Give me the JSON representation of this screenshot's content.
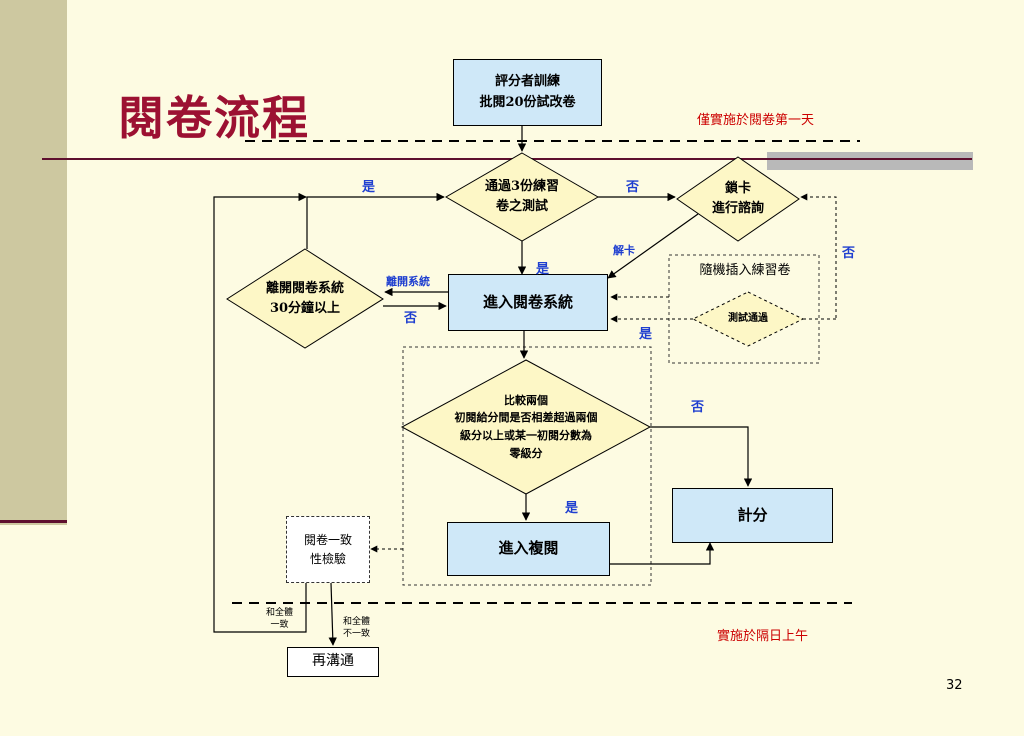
{
  "slide": {
    "title": "閱卷流程",
    "page_number": "32"
  },
  "notes": {
    "first_day": "僅實施於閱卷第一天",
    "next_morning": "實施於隔日上午"
  },
  "nodes": {
    "grader_training": [
      "評分者訓練",
      "批閱20份試改卷"
    ],
    "pass_practice_test": [
      "通過3份練習",
      "卷之測試"
    ],
    "lock_card": [
      "鎖卡",
      "進行諮詢"
    ],
    "leave_system": [
      "離開閱卷系統",
      "30分鐘以上"
    ],
    "enter_grading_system": "進入閱卷系統",
    "random_insert": "隨機插入練習卷",
    "test_pass": "測試通過",
    "compare_two": [
      "比較兩個",
      "初閱給分間是否相差超過兩個",
      "級分以上或某一初閱分數為",
      "零級分"
    ],
    "score": "計分",
    "enter_review": "進入複閱",
    "consistency_check": [
      "閱卷一致",
      "性檢驗"
    ],
    "recommunicate": "再溝通"
  },
  "edge_labels": {
    "yes_top": "是",
    "no_top": "否",
    "unlock": "解卡",
    "no_right": "否",
    "yes_enter": "是",
    "leave_system": "離開系統",
    "no_leave": "否",
    "yes_test_pass": "是",
    "no_compare": "否",
    "yes_compare": "是",
    "consistent": [
      "和全體",
      "一致"
    ],
    "inconsistent": [
      "和全體",
      "不一致"
    ]
  },
  "colors": {
    "title": "#9c1132",
    "rule": "#5e0f2e",
    "background": "#fdfbe2",
    "sidebar": "#cdc8a0",
    "box_blue": "#cfe8f8",
    "diamond_fill": "#fdf7c6",
    "label_blue": "#1f3fd0",
    "note_red": "#cc0000"
  }
}
